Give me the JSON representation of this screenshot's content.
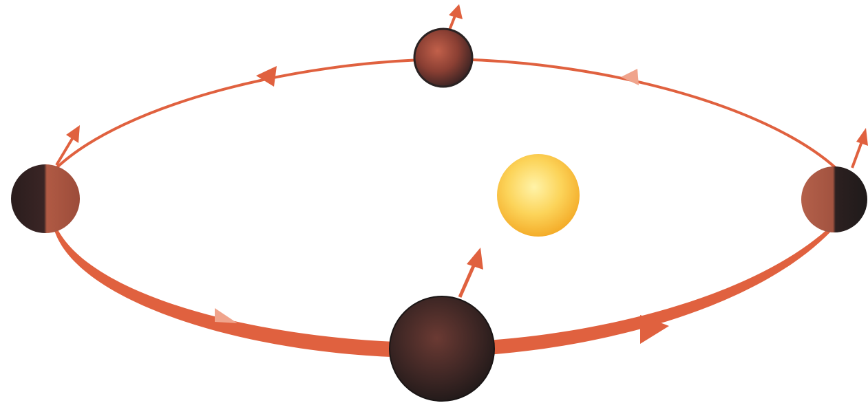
{
  "diagram": {
    "colors": {
      "orbit": "#e0613f",
      "orbit_faded": "#f0a48c",
      "sun_center": "#fff19a",
      "sun_edge": "#f7b52a",
      "planet_light": "#b9573f",
      "planet_dark": "#241c1c",
      "background": "#ffffff"
    },
    "bodies": [
      {
        "name": "sun",
        "icon": "sun-icon"
      },
      {
        "name": "planet-top",
        "icon": "planet-icon"
      },
      {
        "name": "planet-left",
        "icon": "planet-icon"
      },
      {
        "name": "planet-right",
        "icon": "planet-icon"
      },
      {
        "name": "planet-bottom",
        "icon": "planet-icon"
      }
    ],
    "arrows": {
      "orbit_direction": "counterclockwise",
      "rotation_axes": 4
    }
  }
}
